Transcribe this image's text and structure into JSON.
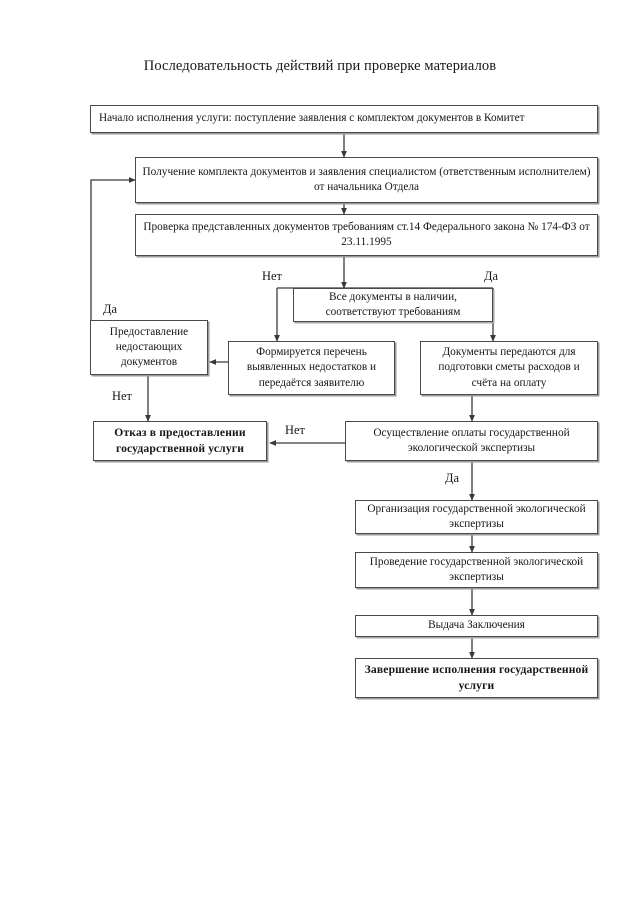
{
  "document": {
    "title": "Последовательность действий при проверке материалов",
    "language": "ru"
  },
  "chart_data": {
    "type": "diagram",
    "subtype": "flowchart",
    "title": "Последовательность действий при проверке материалов",
    "orientation": "top-to-bottom",
    "nodes": [
      {
        "id": "start",
        "label": "Начало исполнения услуги: поступление заявления с комплектом документов в Комитет",
        "shape": "rect",
        "style": "normal"
      },
      {
        "id": "receive",
        "label": "Получение комплекта документов и заявления специалистом (ответственным исполнителем) от начальника Отдела",
        "shape": "rect",
        "style": "normal"
      },
      {
        "id": "check",
        "label": "Проверка представленных документов требованиям ст.14 Федерального закона № 174-ФЗ от 23.11.1995",
        "shape": "rect",
        "style": "normal"
      },
      {
        "id": "decision",
        "label": "Все документы в наличии, соответствуют требованиям",
        "shape": "rect",
        "style": "decision"
      },
      {
        "id": "provide",
        "label": "Предоставление недостающих документов",
        "shape": "rect",
        "style": "normal"
      },
      {
        "id": "deficiency",
        "label": "Формируется перечень выявленных недостатков и передаётся заявителю",
        "shape": "rect",
        "style": "normal"
      },
      {
        "id": "transfer",
        "label": "Документы передаются для подготовки сметы расходов и счёта на оплату",
        "shape": "rect",
        "style": "normal"
      },
      {
        "id": "refusal",
        "label": "Отказ в  предоставлении государственной услуги",
        "shape": "rect",
        "style": "bold"
      },
      {
        "id": "payment",
        "label": "Осуществление оплаты государственной экологической экспертизы",
        "shape": "rect",
        "style": "normal"
      },
      {
        "id": "organize",
        "label": "Организация государственной экологической экспертизы",
        "shape": "rect",
        "style": "normal"
      },
      {
        "id": "conduct",
        "label": "Проведение государственной экологической экспертизы",
        "shape": "rect",
        "style": "normal"
      },
      {
        "id": "issue",
        "label": "Выдача Заключения",
        "shape": "rect",
        "style": "normal"
      },
      {
        "id": "finish",
        "label": "Завершение исполнения государственной услуги",
        "shape": "rect",
        "style": "bold"
      }
    ],
    "edges": [
      {
        "from": "start",
        "to": "receive",
        "label": ""
      },
      {
        "from": "receive",
        "to": "check",
        "label": ""
      },
      {
        "from": "check",
        "to": "decision",
        "label": ""
      },
      {
        "from": "decision",
        "to": "deficiency",
        "label": "Нет"
      },
      {
        "from": "decision",
        "to": "transfer",
        "label": "Да"
      },
      {
        "from": "deficiency",
        "to": "provide",
        "label": ""
      },
      {
        "from": "provide",
        "to": "receive",
        "label": "Да"
      },
      {
        "from": "provide",
        "to": "refusal",
        "label": "Нет"
      },
      {
        "from": "transfer",
        "to": "payment",
        "label": ""
      },
      {
        "from": "payment",
        "to": "refusal",
        "label": "Нет"
      },
      {
        "from": "payment",
        "to": "organize",
        "label": "Да"
      },
      {
        "from": "organize",
        "to": "conduct",
        "label": ""
      },
      {
        "from": "conduct",
        "to": "issue",
        "label": ""
      },
      {
        "from": "issue",
        "to": "finish",
        "label": ""
      }
    ],
    "edge_labels": {
      "decision_no": "Нет",
      "decision_yes": "Да",
      "provide_yes": "Да",
      "provide_no": "Нет",
      "payment_no": "Нет",
      "payment_yes": "Да"
    },
    "colors": {
      "background": "#ffffff",
      "box_border": "#4a4a4a",
      "box_shadow": "#9a9a9a",
      "connector": "#3a3a3a",
      "text": "#161616"
    }
  }
}
